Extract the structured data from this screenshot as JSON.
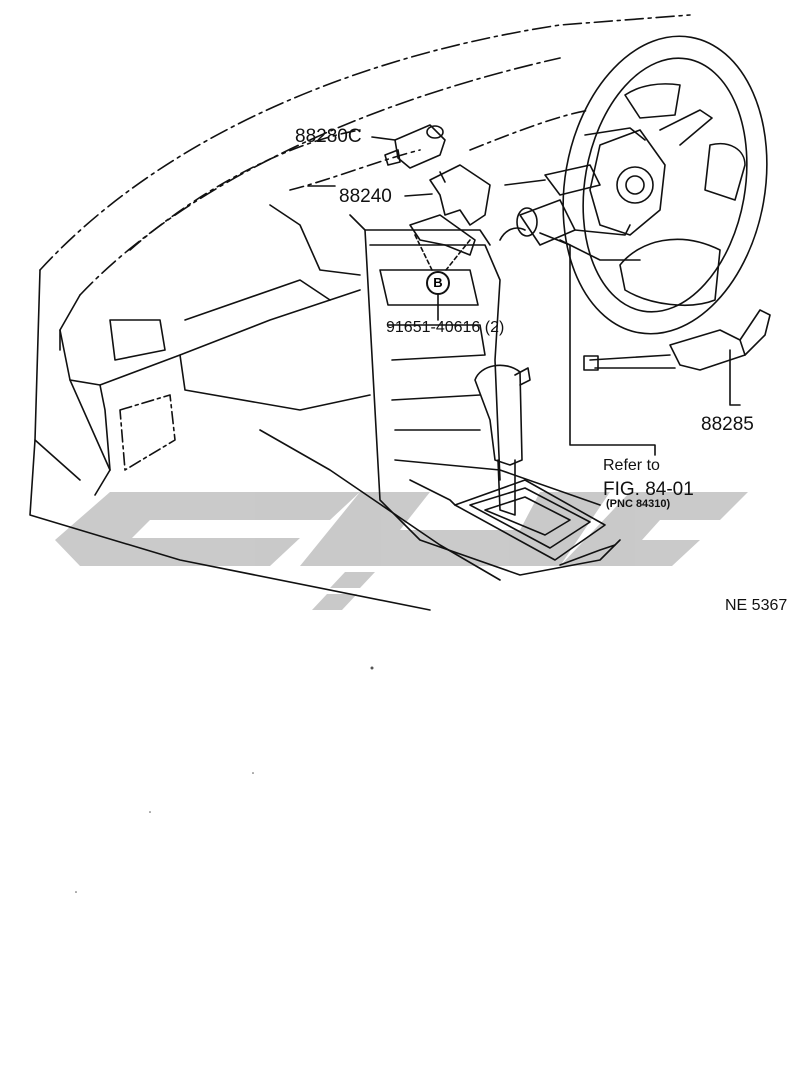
{
  "labels": {
    "part_88280c": "88280C",
    "part_88240": "88240",
    "bolt_ref": "91651-40616 (2)",
    "circle_b": "B",
    "part_88285": "88285",
    "refer_to": "Refer to",
    "fig_ref": "FIG. 84-01",
    "pnc_ref": "(PNC 84310)",
    "figure_code": "NE 5367"
  },
  "colors": {
    "line": "#111111",
    "watermark": "#c4c4c4",
    "background": "#ffffff"
  }
}
